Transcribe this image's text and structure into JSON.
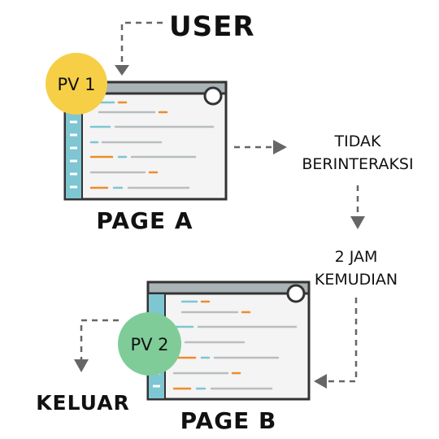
{
  "user_label": "USER",
  "pv1_label": "PV 1",
  "pv2_label": "PV 2",
  "page_a_label": "PAGE A",
  "page_b_label": "PAGE B",
  "tidak_line1": "TIDAK",
  "tidak_line2": "BERINTERAKSI",
  "jam_line1": "2 JAM",
  "jam_line2": "KEMUDIAN",
  "keluar_label": "KELUAR",
  "colors": {
    "pv1": "#f6cf46",
    "pv2": "#7fcc99",
    "sidebar": "#7ec6d2",
    "titlebar": "#a9b2b4",
    "orange": "#ee8c2a",
    "teal_line": "#7ec6d2",
    "gray_line": "#b8bec0",
    "arrow": "#666666"
  },
  "icons": [
    "window-icon",
    "dashed-arrow-icon"
  ]
}
